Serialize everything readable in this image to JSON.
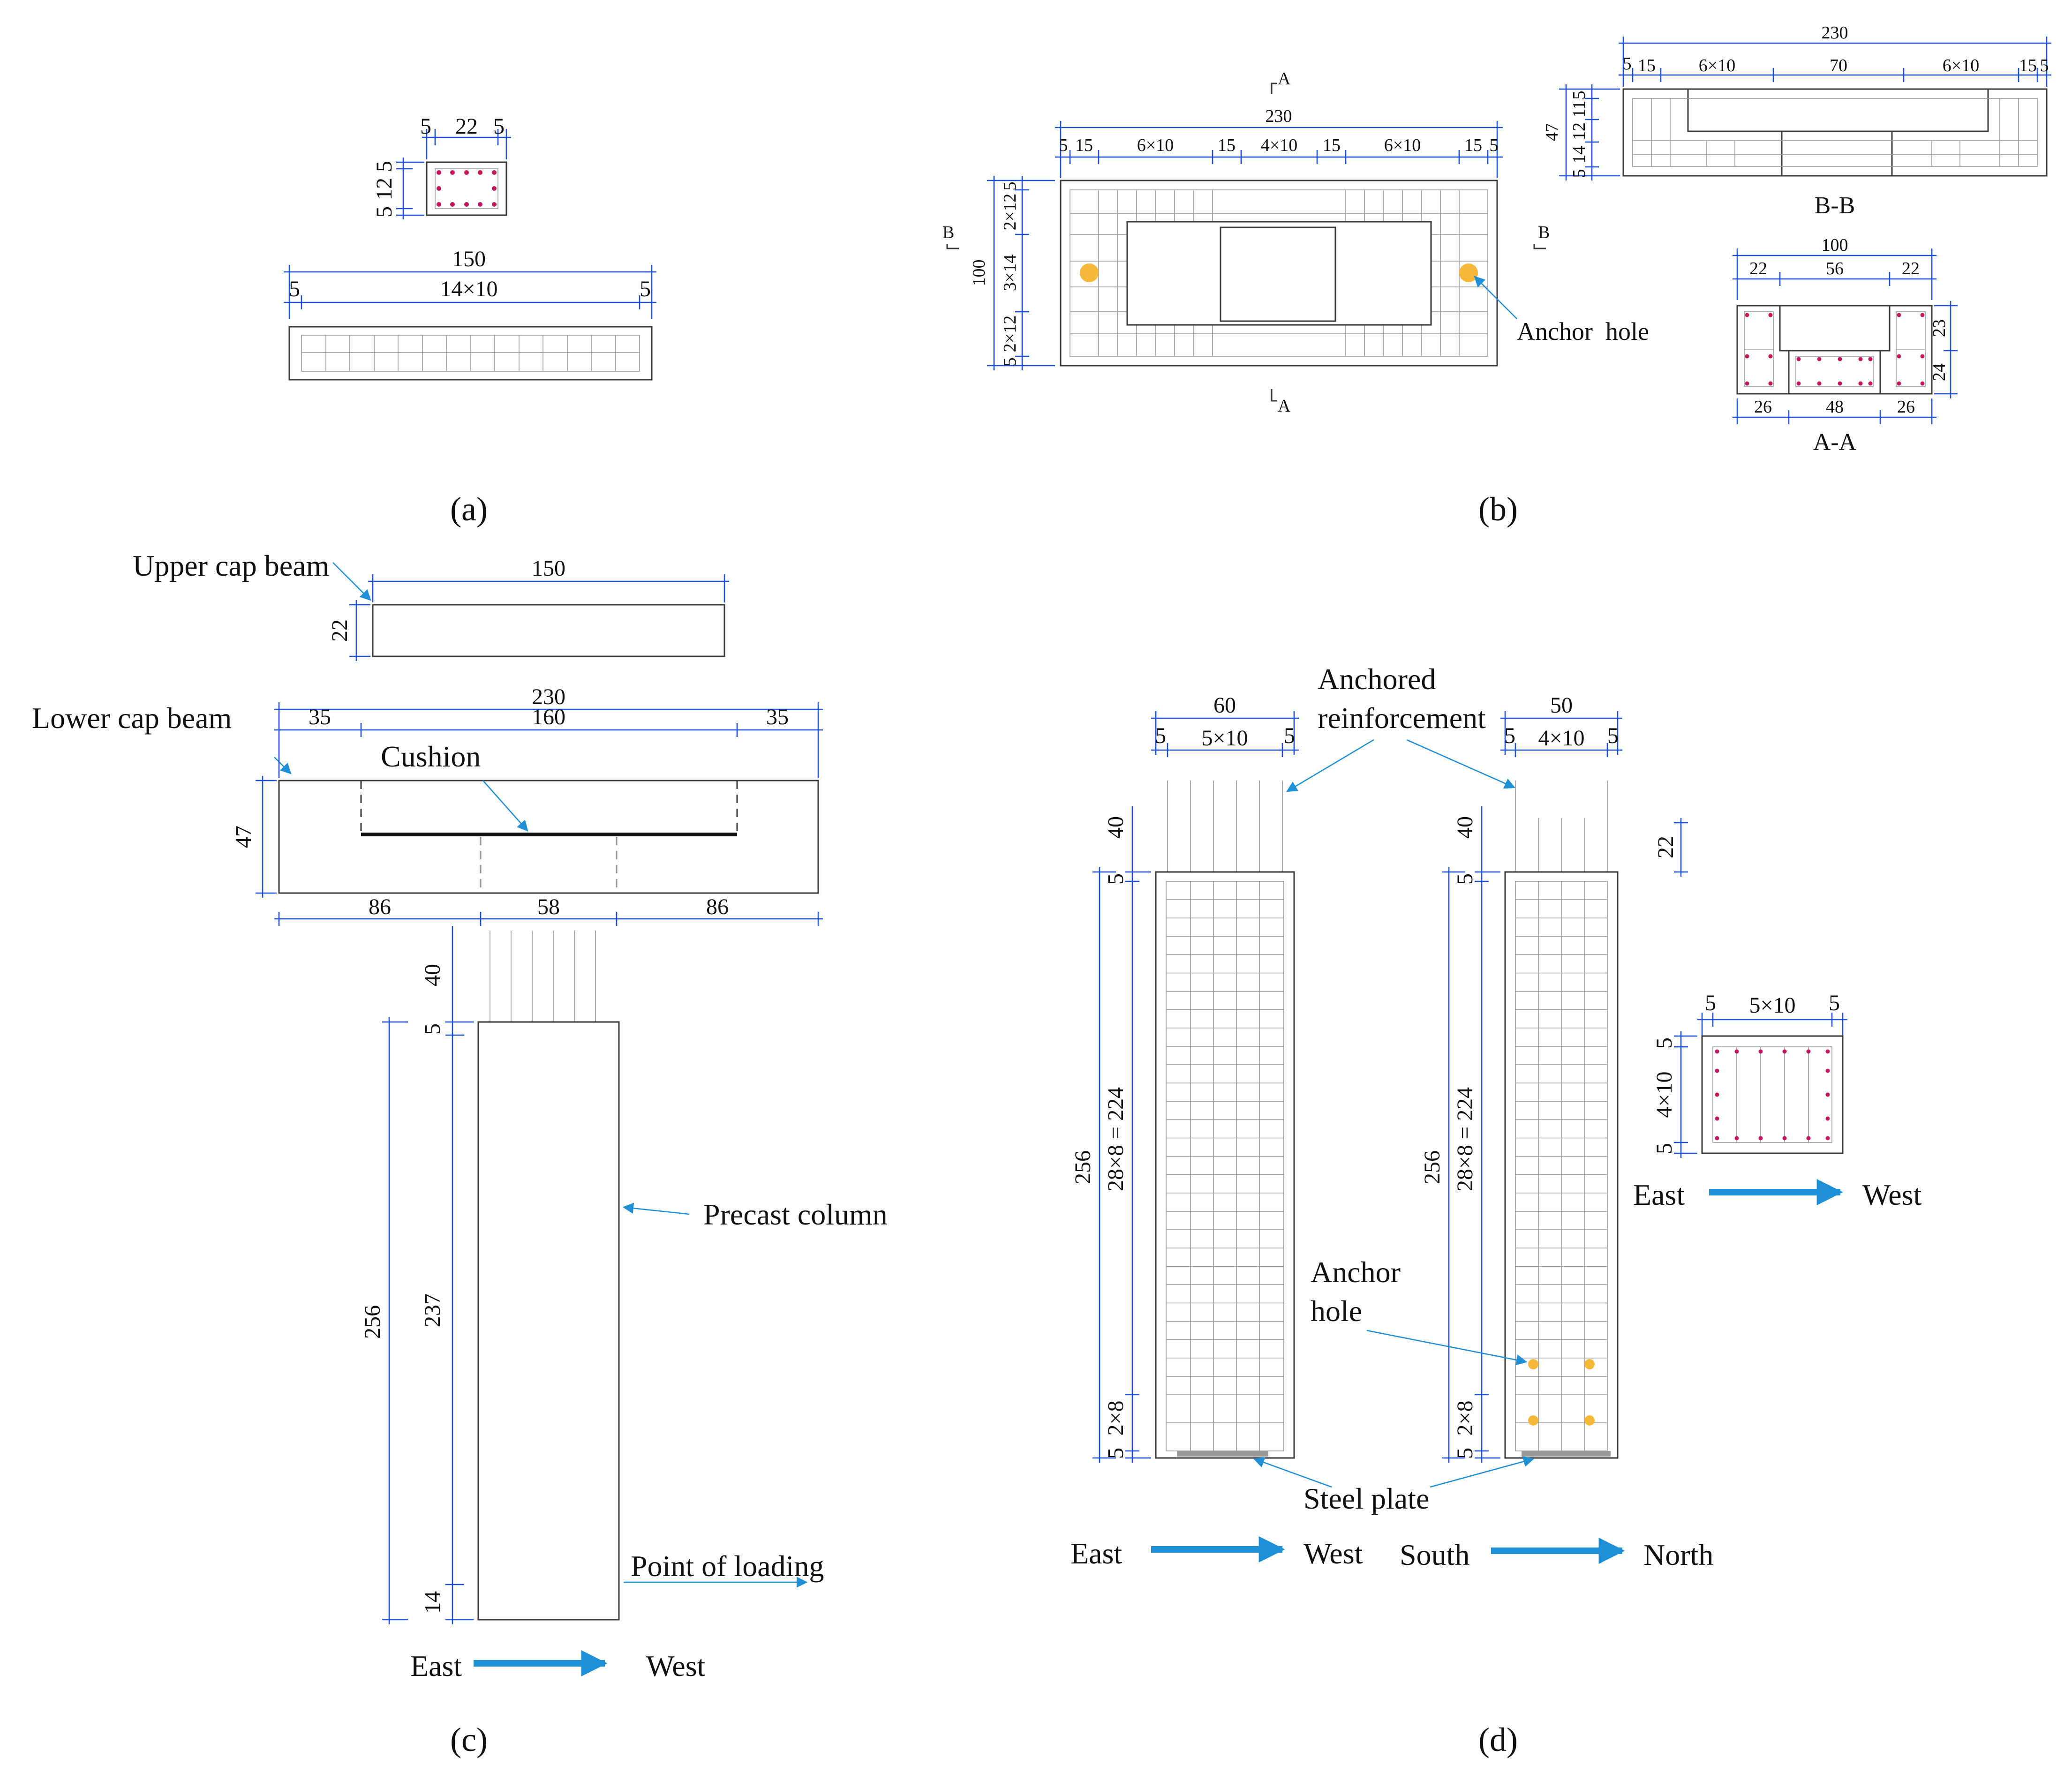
{
  "panels": {
    "a": {
      "caption": "(a)",
      "top_dims": [
        "5",
        "22",
        "5"
      ],
      "left_dims": [
        "5",
        "12",
        "5"
      ],
      "total": "150",
      "edge_left": "5",
      "middle": "14×10",
      "edge_right": "5"
    },
    "b": {
      "caption": "(b)",
      "section_A_top": "A",
      "section_A_bottom": "A",
      "section_B_left": "B",
      "section_B_right": "B",
      "total": "230",
      "segments": [
        "5",
        "15",
        "6×10",
        "15",
        "4×10",
        "15",
        "6×10",
        "15",
        "5"
      ],
      "height": "100",
      "left_segments": [
        "5",
        "2×12",
        "3×14",
        "2×12",
        "5"
      ],
      "anchor_label": "Anchor  hole",
      "bb": {
        "title": "B-B",
        "total": "230",
        "segments": [
          "5",
          "15",
          "6×10",
          "70",
          "6×10",
          "15",
          "5"
        ],
        "height": "47",
        "left_segments": [
          "5",
          "14",
          "12",
          "11",
          "5"
        ]
      },
      "aa": {
        "title": "A-A",
        "total": "100",
        "top": [
          "22",
          "56",
          "22"
        ],
        "bottom": [
          "26",
          "48",
          "26"
        ],
        "right": [
          "23",
          "24"
        ]
      }
    },
    "c": {
      "caption": "(c)",
      "upper_cap_label": "Upper cap beam",
      "upper_width": "150",
      "upper_height": "22",
      "lower_cap_label": "Lower cap beam",
      "lower_total": "230",
      "lower_top": [
        "35",
        "160",
        "35"
      ],
      "lower_height": "47",
      "cushion_label": "Cushion",
      "lower_bottom": [
        "86",
        "58",
        "86"
      ],
      "col_dims_left": [
        "40",
        "5",
        "256",
        "237",
        "14"
      ],
      "precast_label": "Precast column",
      "loading_label": "Point of loading",
      "east": "East",
      "west": "West"
    },
    "d": {
      "caption": "(d)",
      "anchored_label_1": "Anchored",
      "anchored_label_2": "reinforcement",
      "col1_width": "60",
      "col1_top": [
        "5",
        "5×10",
        "5"
      ],
      "col2_width": "50",
      "col2_top": [
        "5",
        "4×10",
        "5"
      ],
      "dims_40": "40",
      "dims_5": "5",
      "dims_256": "256",
      "dims_224": "28×8 = 224",
      "dims_bottom": [
        "5",
        "2×8"
      ],
      "dims_22": "22",
      "anchor_label_1": "Anchor",
      "anchor_label_2": "hole",
      "steel_label": "Steel plate",
      "sec_top": [
        "5",
        "5×10",
        "5"
      ],
      "sec_left": [
        "5",
        "4×10",
        "5"
      ],
      "east1": "East",
      "west1": "West",
      "south": "South",
      "north": "North",
      "east2": "East",
      "west2": "West"
    }
  },
  "colors": {
    "dimension": "#1f4fd6",
    "arrow": "#1f8fd6",
    "anchor_hole": "#f6b838",
    "rebar": "#c2185b"
  }
}
